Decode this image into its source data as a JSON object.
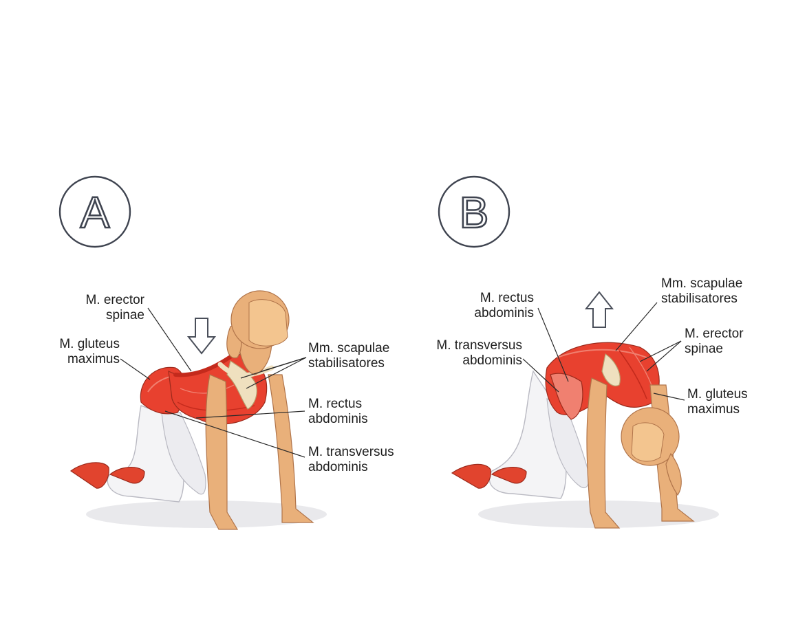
{
  "panels": [
    {
      "badge": "A",
      "arrow": "down-arrow",
      "labels": {
        "erector_1": "M. erector",
        "erector_2": "spinae",
        "gluteus_1": "M. gluteus",
        "gluteus_2": "maximus",
        "scapulae_1": "Mm. scapulae",
        "scapulae_2": "stabilisatores",
        "rectus_1": "M. rectus",
        "rectus_2": "abdominis",
        "transversus_1": "M. transversus",
        "transversus_2": "abdominis"
      }
    },
    {
      "badge": "B",
      "arrow": "up-arrow",
      "labels": {
        "rectus_1": "M. rectus",
        "rectus_2": "abdominis",
        "transversus_1": "M. transversus",
        "transversus_2": "abdominis",
        "scapulae_1": "Mm. scapulae",
        "scapulae_2": "stabilisatores",
        "erector_1": "M. erector",
        "erector_2": "spinae",
        "gluteus_1": "M. gluteus",
        "gluteus_2": "maximus"
      }
    }
  ],
  "colors": {
    "skin": "#e9b07a",
    "skin_shade": "#cf8f58",
    "muscle": "#e8412f",
    "muscle_dark": "#c42a1c",
    "muscle_light": "#f08070",
    "bone": "#efe0bf",
    "pants": "#f4f4f6",
    "shoe": "#e1442e",
    "shadow": "#e7e7ea",
    "badge_stroke": "#3f4450"
  }
}
